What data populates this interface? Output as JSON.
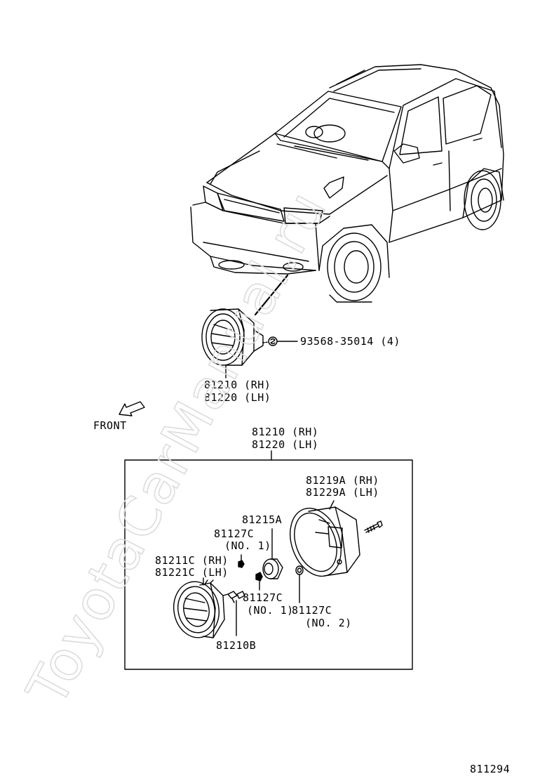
{
  "watermark": "ToyotaCarManual.ru",
  "labels": {
    "bolt_part": "93568-35014 (4)",
    "assy_rh_top": "81210 (RH)",
    "assy_lh_top": "81220 (LH)",
    "front": "FRONT",
    "assy_rh_box": "81210 (RH)",
    "assy_lh_box": "81220 (LH)",
    "housing_rh": "81219A (RH)",
    "housing_lh": "81229A (LH)",
    "socket": "81215A",
    "nut_a": "81127C",
    "nut_a_no": "(NO. 1)",
    "lens_rh": "81211C (RH)",
    "lens_lh": "81221C (LH)",
    "nut_b": "81127C",
    "nut_b_no": "(NO. 1)",
    "nut_c": "81127C",
    "nut_c_no": "(NO. 2)",
    "bulb": "81210B",
    "diagram_no": "811294"
  }
}
